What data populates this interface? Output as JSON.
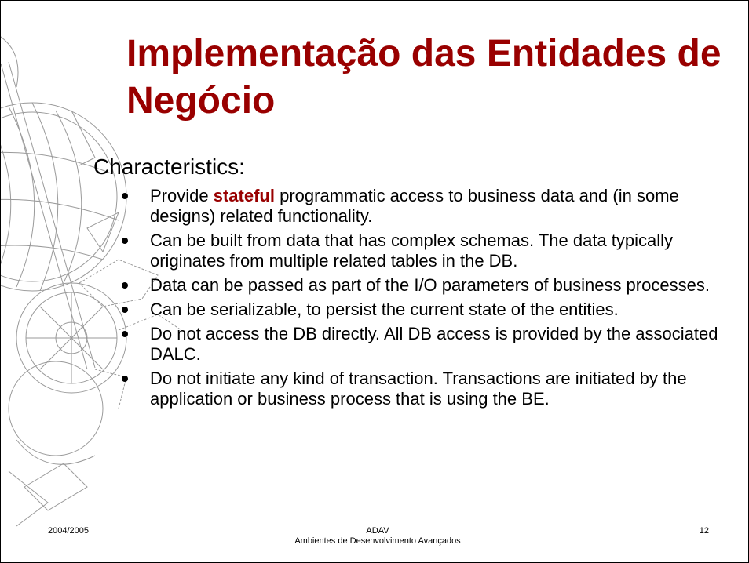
{
  "slide": {
    "title": "Implementação das Entidades de Negócio",
    "heading": "Characteristics:",
    "bullets": [
      {
        "before": "Provide ",
        "highlight": "stateful",
        "after": " programmatic access to business data and (in some designs) related functionality."
      },
      {
        "text": "Can be built from data that has complex schemas. The data typically originates from multiple related tables in the DB."
      },
      {
        "text": "Data can be passed as part of the I/O parameters of business processes."
      },
      {
        "text": "Can be serializable, to persist the current state of the entities."
      },
      {
        "text": "Do not access the DB directly. All DB access is provided by the associated DALC."
      },
      {
        "text": "Do not initiate any kind of transaction. Transactions are initiated by the application or business process that is using the BE."
      }
    ],
    "highlight_color": "#990000",
    "title_color": "#990000"
  },
  "footer": {
    "left": "2004/2005",
    "center_line1": "ADAV",
    "center_line2": "Ambientes de Desenvolvimento Avançados",
    "page_number": "12"
  },
  "decoration": {
    "icon": "astrolabe-watermark"
  }
}
